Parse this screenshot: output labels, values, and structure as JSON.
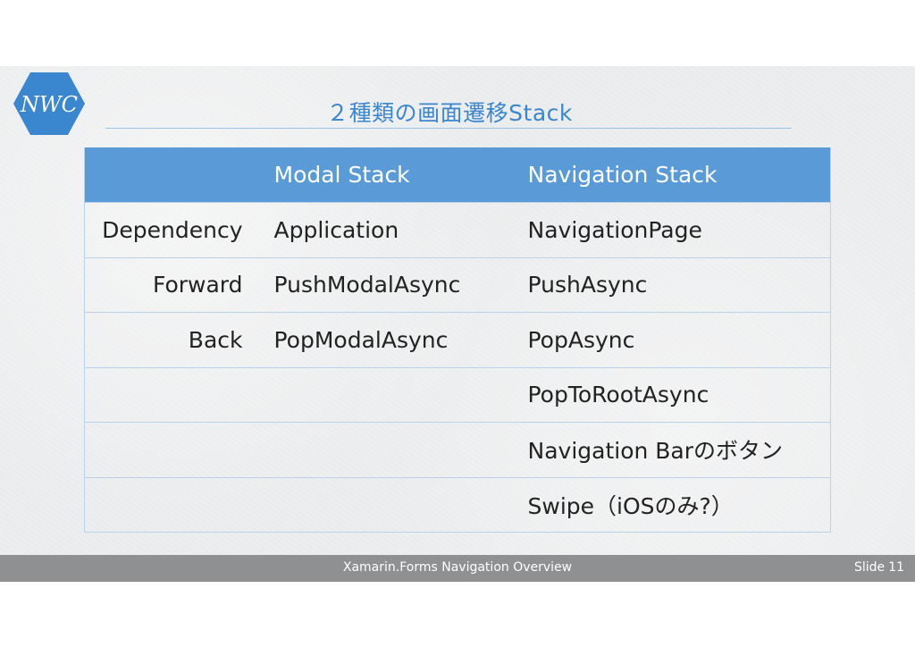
{
  "slide": {
    "logo_text": "NWC",
    "title": "２種類の画面遷移Stack",
    "table": {
      "headers": [
        "",
        "Modal Stack",
        "Navigation Stack"
      ],
      "rows": [
        [
          "Dependency",
          "Application",
          "NavigationPage"
        ],
        [
          "Forward",
          "PushModalAsync",
          "PushAsync"
        ],
        [
          "Back",
          "PopModalAsync",
          "PopAsync"
        ],
        [
          "",
          "",
          "PopToRootAsync"
        ],
        [
          "",
          "",
          "Navigation Barのボタン"
        ],
        [
          "",
          "",
          "Swipe（iOSのみ?）"
        ]
      ]
    }
  },
  "footer": {
    "presentation_title": "Xamarin.Forms Navigation Overview",
    "slide_label": "Slide",
    "slide_number": "11"
  },
  "colors": {
    "accent": "#3a86cf",
    "header_bg": "#5a9ad6",
    "footer_bg": "#8f9092"
  }
}
